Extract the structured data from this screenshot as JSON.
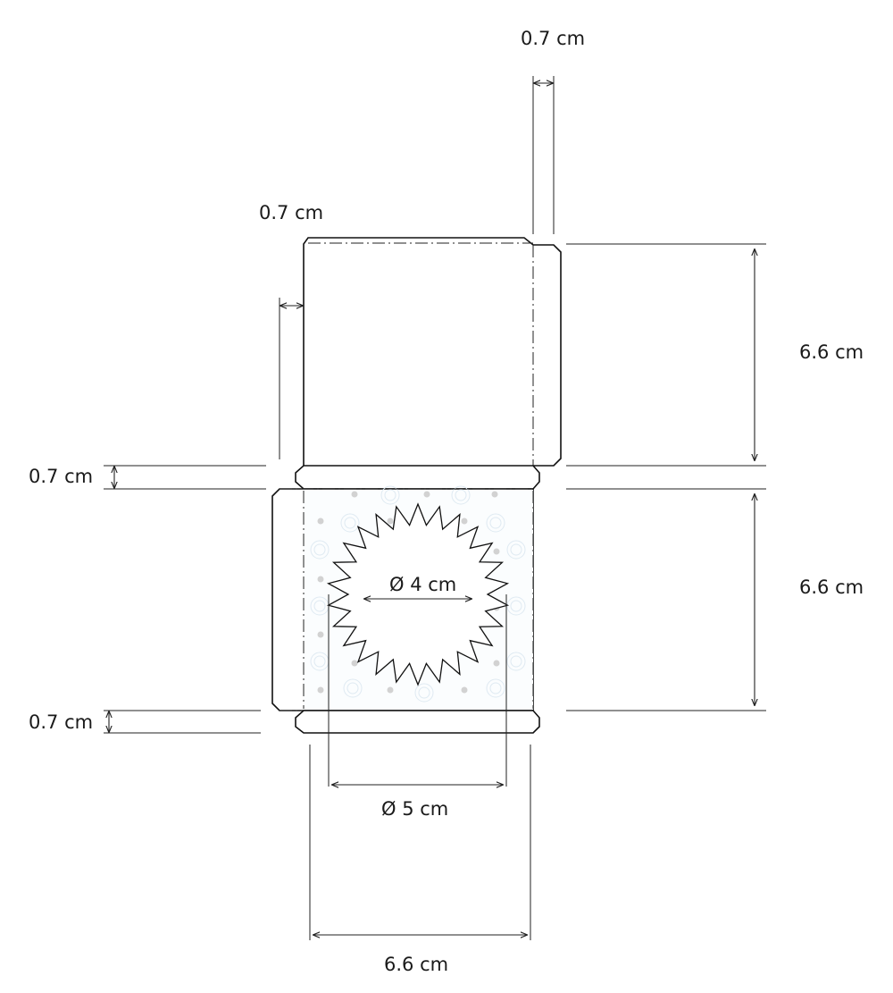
{
  "labels": {
    "top_flap_width": "0.7 cm",
    "left_flap_width": "0.7 cm",
    "upper_face_height": "6.6 cm",
    "lower_face_height": "6.6 cm",
    "middle_tab_height": "0.7 cm",
    "bottom_tab_height": "0.7 cm",
    "inner_diameter": "Ø 4 cm",
    "outer_diameter": "Ø 5 cm",
    "face_width": "6.6 cm"
  }
}
